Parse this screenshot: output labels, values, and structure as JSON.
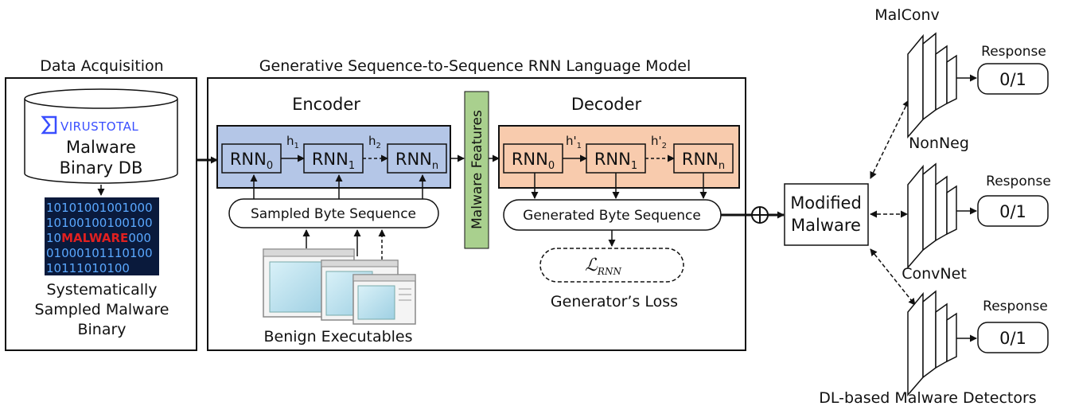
{
  "sections": {
    "data_acquisition": "Data Acquisition",
    "language_model": "Generative Sequence-to-Sequence RNN Language Model",
    "detectors_caption": "DL-based Malware Detectors"
  },
  "database": {
    "logo_text": "VIRUSTOTAL",
    "line1": "Malware",
    "line2": "Binary DB"
  },
  "malware_image": {
    "rows": [
      "10101001001000",
      "10100100100100",
      "10MALWARE000",
      "01000101110100",
      "10111010100"
    ],
    "highlight": "MALWARE"
  },
  "sampled_malware": {
    "line1": "Systematically",
    "line2": "Sampled Malware",
    "line3": "Binary"
  },
  "encoder": {
    "title": "Encoder",
    "cells": [
      "RNN",
      "RNN",
      "RNN"
    ],
    "subs": [
      "0",
      "1",
      "n"
    ],
    "hidden": [
      "h",
      "h"
    ],
    "hidden_subs": [
      "1",
      "2"
    ],
    "input_label": "Sampled Byte Sequence"
  },
  "malware_features": "Malware Features",
  "decoder": {
    "title": "Decoder",
    "cells": [
      "RNN",
      "RNN",
      "RNN"
    ],
    "subs": [
      "0",
      "1",
      "n"
    ],
    "hidden": [
      "h'",
      "h'"
    ],
    "hidden_subs": [
      "1",
      "2"
    ],
    "output_label": "Generated Byte Sequence"
  },
  "loss": {
    "symbol": "ℒ",
    "symbol_sub": "RNN",
    "caption": "Generator’s Loss"
  },
  "benign_label": "Benign Executables",
  "modified_malware": {
    "line1": "Modified",
    "line2": "Malware"
  },
  "detectors": [
    {
      "name": "MalConv",
      "response_label": "Response",
      "response_value": "0/1"
    },
    {
      "name": "NonNeg",
      "response_label": "Response",
      "response_value": "0/1"
    },
    {
      "name": "ConvNet",
      "response_label": "Response",
      "response_value": "0/1"
    }
  ],
  "colors": {
    "encoder_fill": "#b4c6e7",
    "decoder_fill": "#f8cbad",
    "features_fill": "#a9d08e",
    "virustotal_blue": "#394eff",
    "malware_red": "#e02020",
    "screen_blue": "#bfe4f0"
  }
}
